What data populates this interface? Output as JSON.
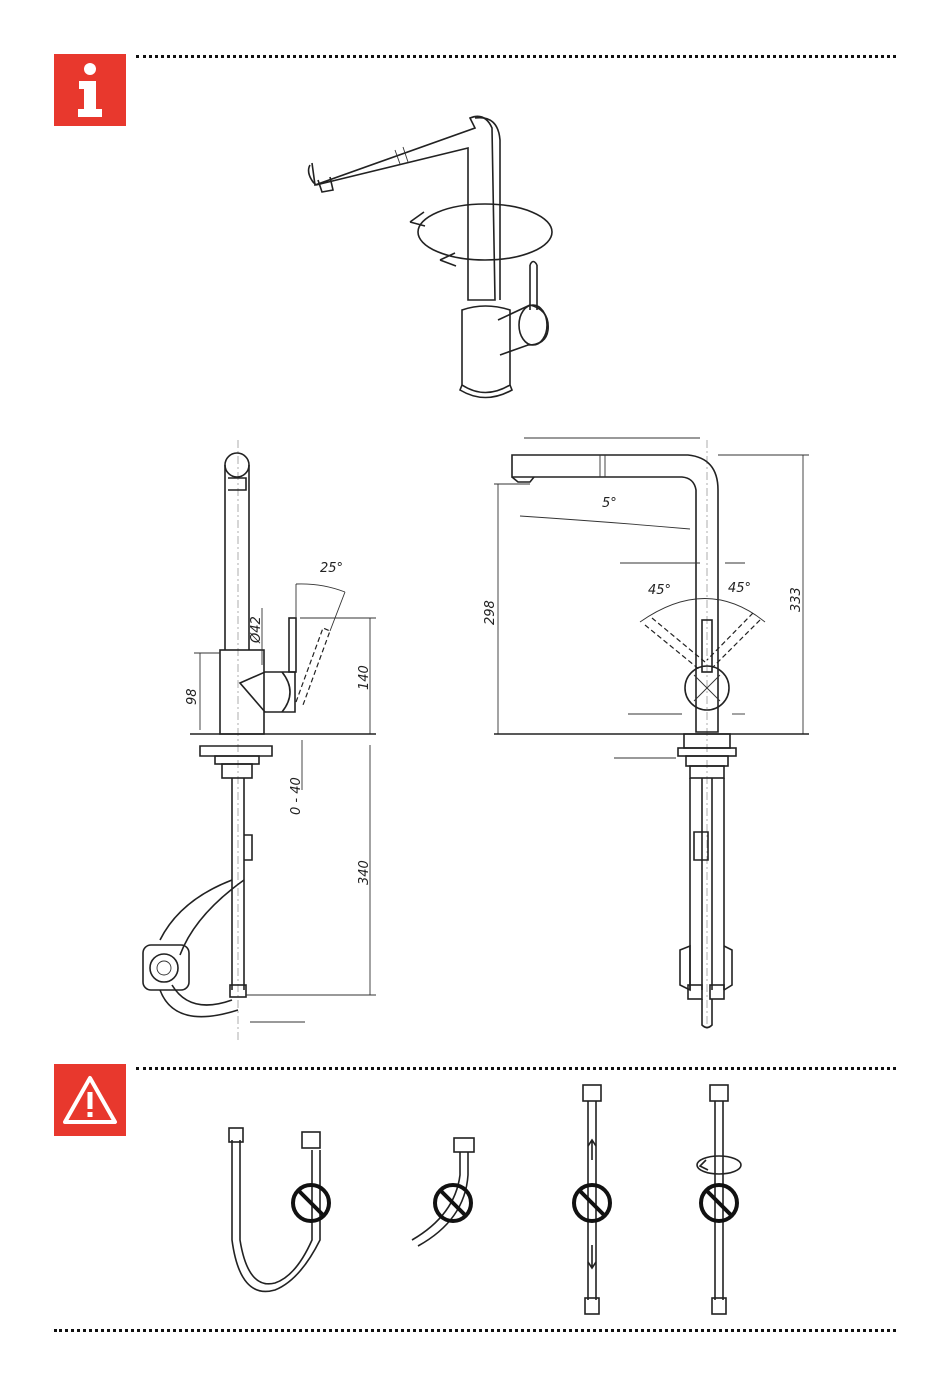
{
  "colors": {
    "accent": "#e8382d",
    "line": "#222222"
  },
  "icons": {
    "info": "info-icon",
    "warning": "warning-triangle-icon",
    "prohibited": "prohibited-icon"
  },
  "dimensions": {
    "angle_lever": "25°",
    "diameter": "Ø42",
    "height_body": "98",
    "height_lever": "140",
    "deck_thickness": "0 - 40",
    "hose_length": "340",
    "angle_spout": "5°",
    "angle_left": "45°",
    "angle_right": "45°",
    "height_total_left": "298",
    "height_total_right": "333"
  }
}
